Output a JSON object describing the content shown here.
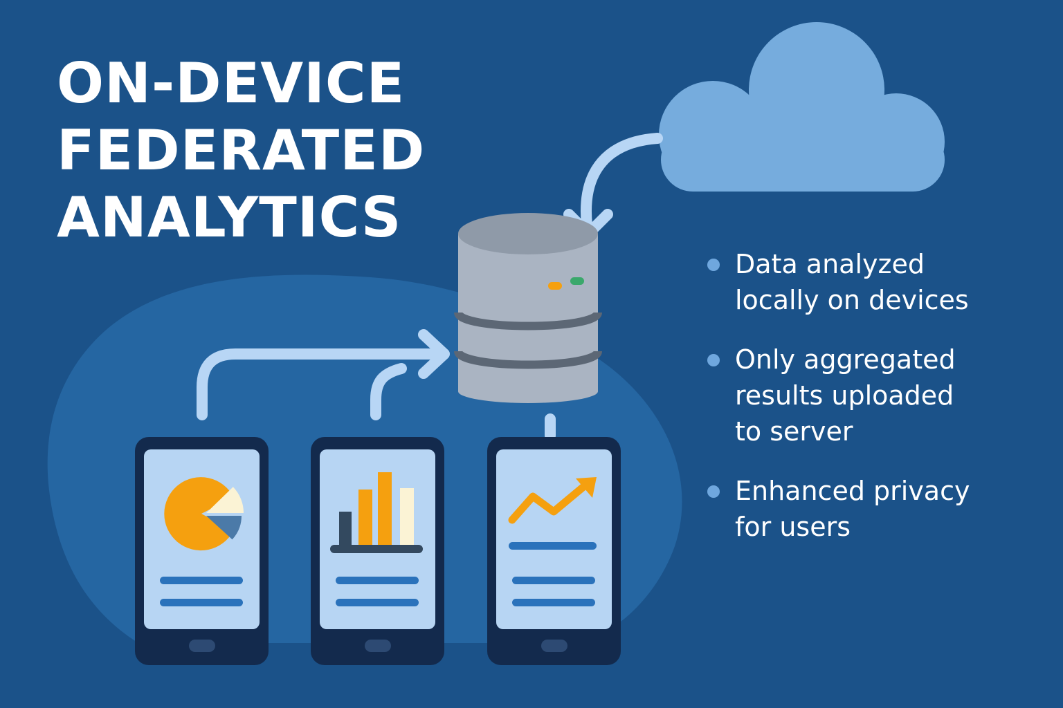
{
  "title": {
    "lines": [
      "ON-DEVICE",
      "FEDERATED",
      "ANALYTICS"
    ]
  },
  "bullets": [
    {
      "lines": [
        "Data analyzed",
        "locally on devices"
      ]
    },
    {
      "lines": [
        "Only aggregated",
        "results uploaded",
        "to server"
      ]
    },
    {
      "lines": [
        "Enhanced privacy",
        "for users"
      ]
    }
  ],
  "icons": [
    "cloud-icon",
    "database-server-icon",
    "smartphone-icon",
    "pie-chart-icon",
    "bar-chart-icon",
    "trend-arrow-icon"
  ],
  "colors": {
    "background": "#1b5289",
    "blob": "#2566a2",
    "cloud": "#76acdd",
    "arrow": "#b8d6f5",
    "phone_frame": "#132a4d",
    "phone_screen": "#b7d5f3",
    "accent_orange": "#f5a00f",
    "accent_cream": "#fbf3d5",
    "accent_steel": "#4b7aa8",
    "bullet_dot": "#6fa7de",
    "db_body": "#aab4c2",
    "db_top": "#8f9aa8",
    "db_band": "#5c6775",
    "led_orange": "#f5a00f",
    "led_green": "#3aa86b"
  }
}
